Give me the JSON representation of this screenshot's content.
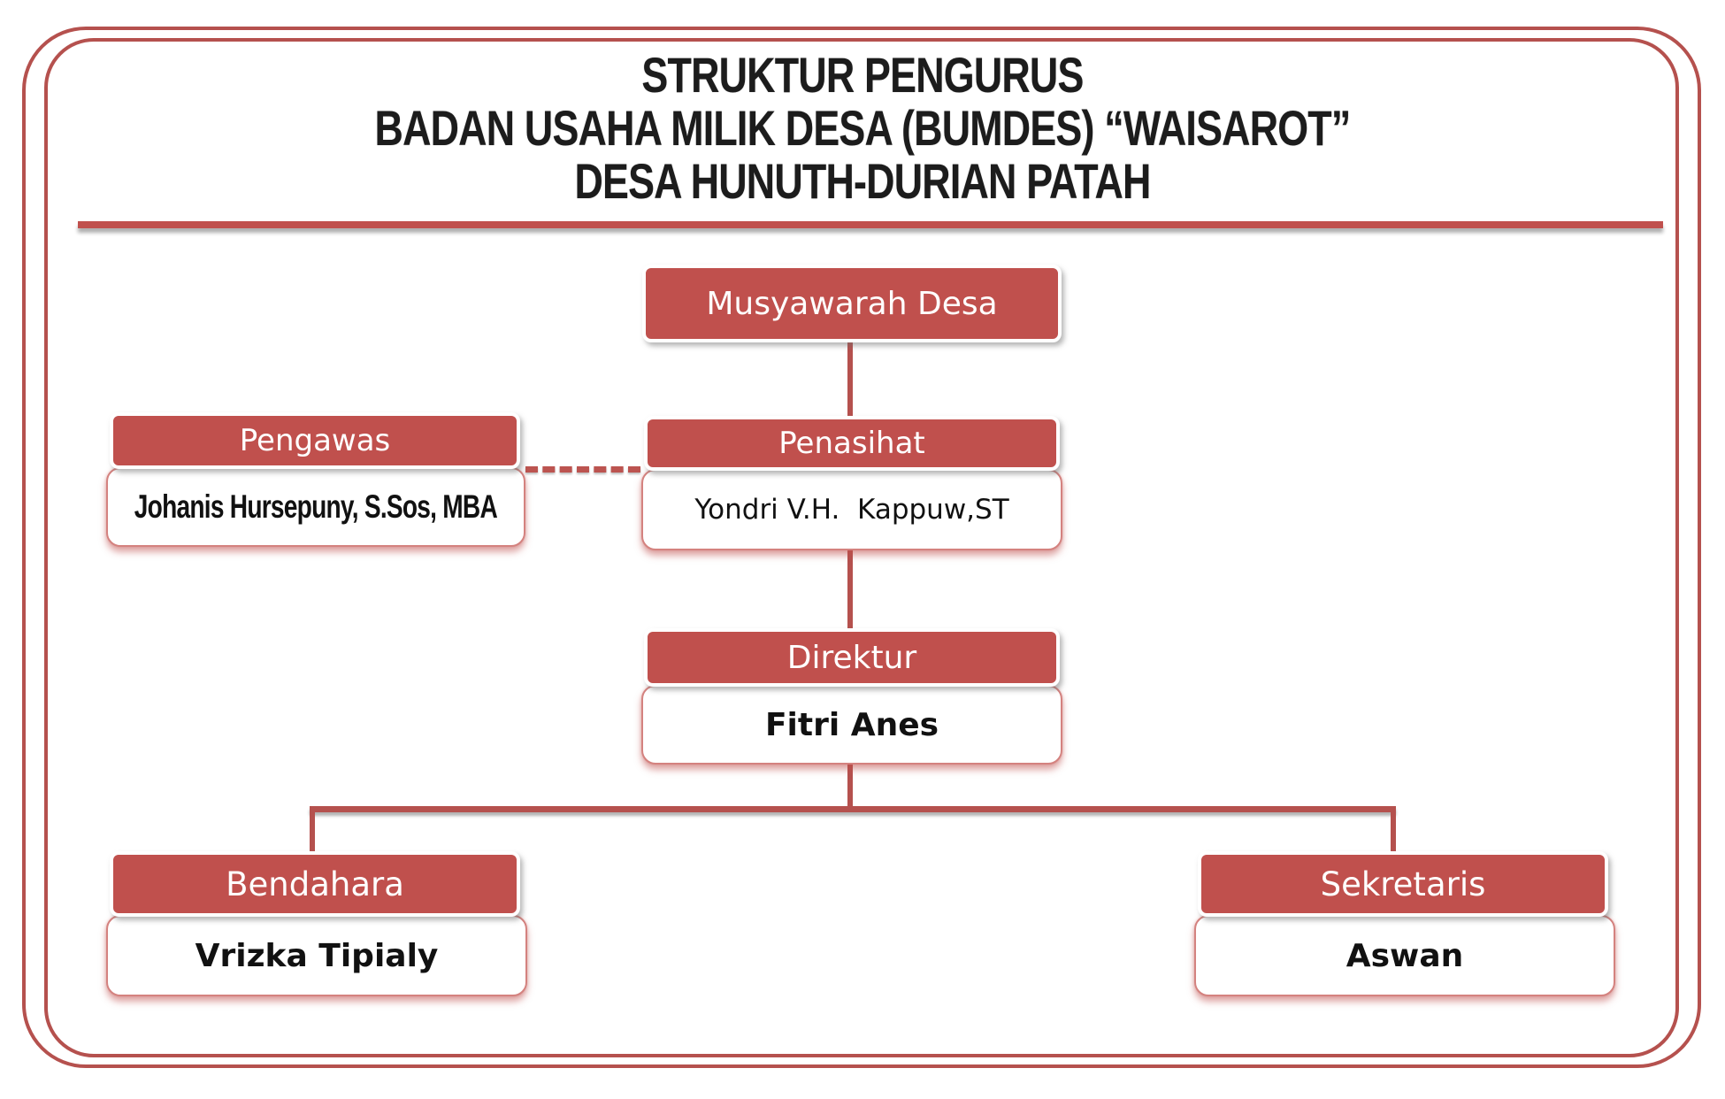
{
  "title": {
    "lines": [
      "STRUKTUR PENGURUS",
      "BADAN USAHA MILIK DESA (BUMDES) “WAISAROT”",
      "DESA HUNUTH-DURIAN PATAH"
    ]
  },
  "colors": {
    "accent_red_fill": "#C0504D",
    "connector_red": "#B5514E",
    "frame_red": "#B5514E",
    "node_body_border": "#D4827F",
    "header_text": "#FFFFFF",
    "body_text": "#111111",
    "title_text": "#1C1C1C"
  },
  "org": {
    "musyawarah": {
      "title": "Musyawarah Desa"
    },
    "pengawas": {
      "title": "Pengawas",
      "name": "Johanis Hursepuny, S.Sos, MBA"
    },
    "penasihat": {
      "title": "Penasihat",
      "name": "Yondri V.H.  Kappuw,ST"
    },
    "direktur": {
      "title": "Direktur",
      "name": "Fitri Anes"
    },
    "bendahara": {
      "title": "Bendahara",
      "name": "Vrizka Tipialy"
    },
    "sekretaris": {
      "title": "Sekretaris",
      "name": "Aswan"
    }
  }
}
